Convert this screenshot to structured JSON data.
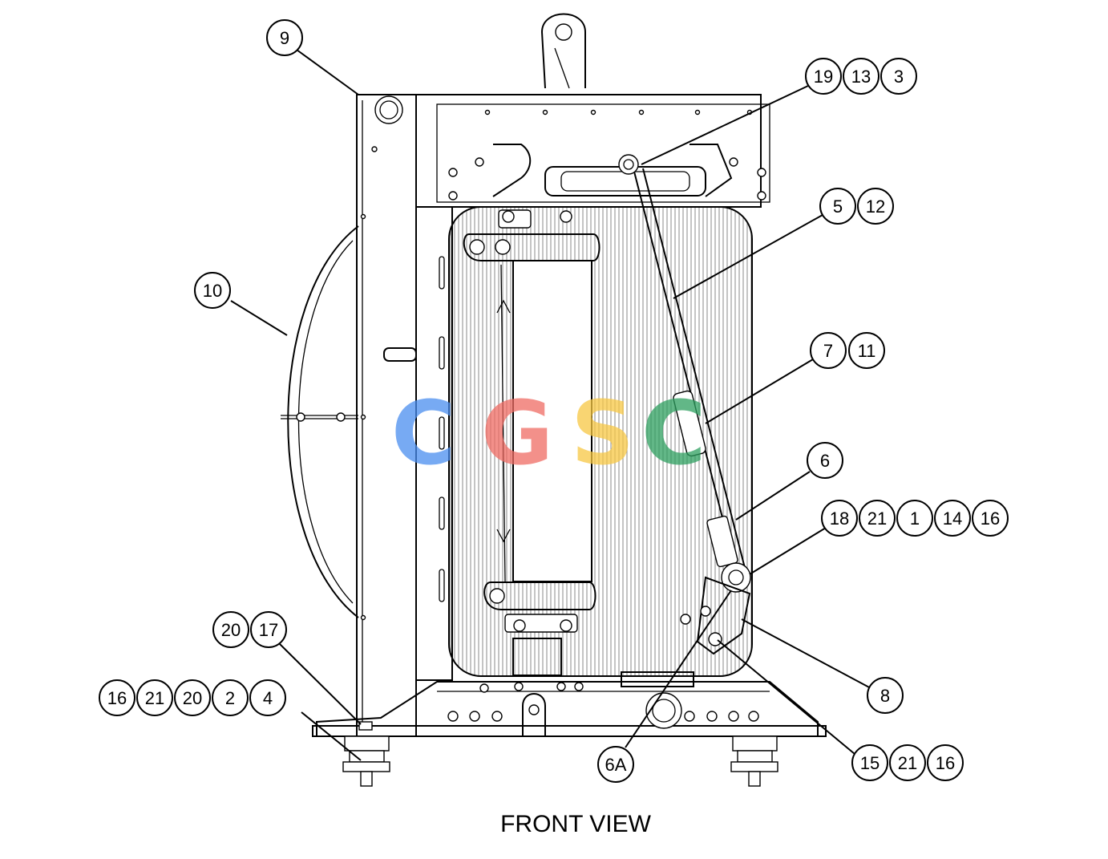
{
  "caption": "FRONT VIEW",
  "watermark": {
    "letters": [
      "C",
      "G",
      "S",
      "C"
    ],
    "colors": [
      "#4a8ef0",
      "#ef6b63",
      "#f7c844",
      "#2ea060"
    ]
  },
  "callouts": {
    "c9": "9",
    "c19": "19",
    "c13": "13",
    "c3": "3",
    "c5": "5",
    "c12": "12",
    "c10": "10",
    "c7": "7",
    "c11": "11",
    "c6": "6",
    "c18": "18",
    "c21a": "21",
    "c1": "1",
    "c14": "14",
    "c16a": "16",
    "c20a": "20",
    "c17": "17",
    "c16b": "16",
    "c21b": "21",
    "c20b": "20",
    "c2": "2",
    "c4": "4",
    "c8": "8",
    "c6A": "6A",
    "c15": "15",
    "c21c": "21",
    "c16c": "16"
  }
}
